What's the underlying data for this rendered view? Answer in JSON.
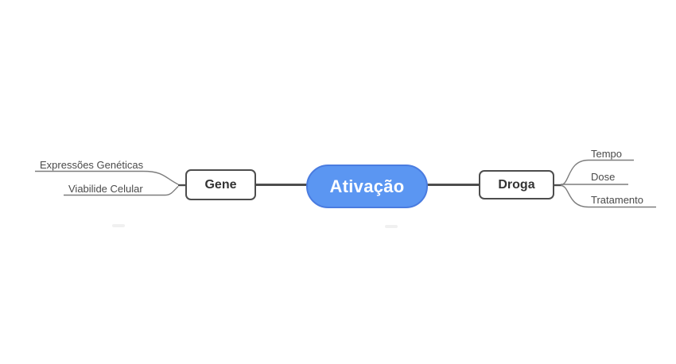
{
  "diagram": {
    "type": "mindmap",
    "root": {
      "label": "Ativação"
    },
    "branches": {
      "left": {
        "label": "Gene",
        "children": [
          {
            "label": "Expressões Genéticas"
          },
          {
            "label": "Viabilide Celular"
          }
        ]
      },
      "right": {
        "label": "Droga",
        "children": [
          {
            "label": "Tempo"
          },
          {
            "label": "Dose"
          },
          {
            "label": "Tratamento"
          }
        ]
      }
    },
    "colors": {
      "background": "#ffffff",
      "root_fill": "#5b96f2",
      "root_border": "#4a7ce0",
      "root_text": "#ffffff",
      "topic_border": "#4d4d4d",
      "topic_text": "#333333",
      "leaf_text": "#4a4a4a",
      "leaf_line": "#7d7d7d",
      "connector": "#4d4d4d"
    }
  }
}
